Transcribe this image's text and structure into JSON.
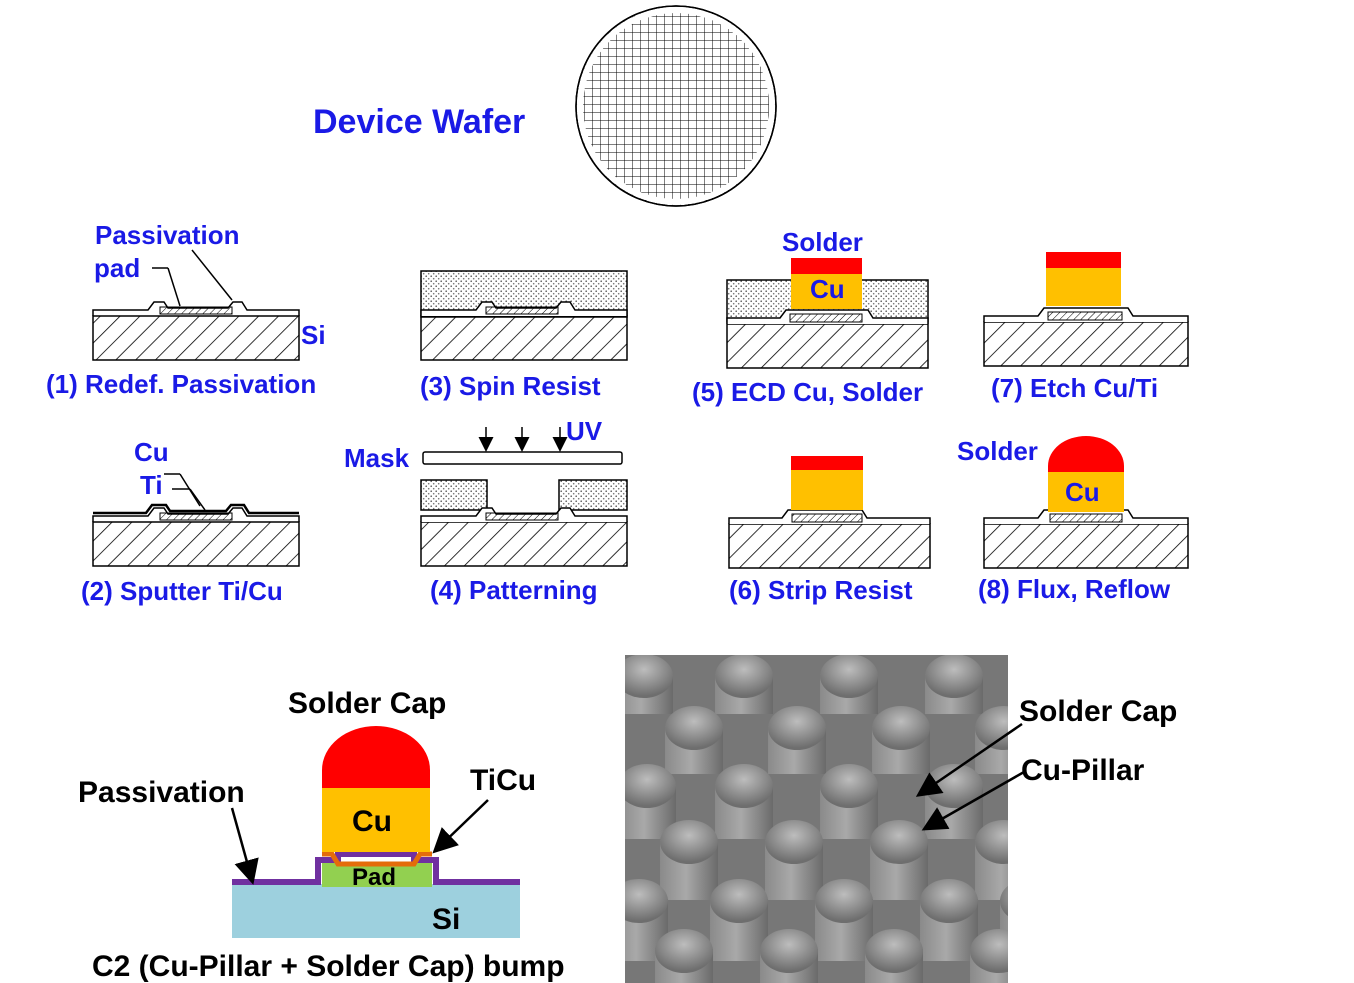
{
  "wafer": {
    "title": "Device Wafer"
  },
  "steps": {
    "s1": {
      "caption": "(1) Redef.  Passivation",
      "label_passivation": "Passivation",
      "label_pad": "pad",
      "label_si": "Si"
    },
    "s2": {
      "caption": "(2) Sputter Ti/Cu",
      "label_cu": "Cu",
      "label_ti": "Ti"
    },
    "s3": {
      "caption": "(3) Spin Resist"
    },
    "s4": {
      "caption": "(4) Patterning",
      "label_mask": "Mask",
      "label_uv": "UV"
    },
    "s5": {
      "caption": "(5) ECD Cu, Solder",
      "label_solder": "Solder",
      "label_cu": "Cu"
    },
    "s6": {
      "caption": "(6) Strip Resist"
    },
    "s7": {
      "caption": "(7) Etch Cu/Ti"
    },
    "s8": {
      "caption": "(8) Flux, Reflow",
      "label_solder": "Solder",
      "label_cu": "Cu"
    }
  },
  "bump": {
    "label_solder_cap": "Solder Cap",
    "label_passivation": "Passivation",
    "label_ticu": "TiCu",
    "label_cu": "Cu",
    "label_pad": "Pad",
    "label_si": "Si",
    "caption": "C2 (Cu-Pillar + Solder Cap) bump"
  },
  "sem": {
    "label_solder_cap": "Solder Cap",
    "label_cu_pillar": "Cu-Pillar"
  },
  "colors": {
    "text_blue": "#1a1ae6",
    "solder": "#ff0000",
    "copper": "#ffc000",
    "si": "#9dd0de",
    "pad": "#92d050",
    "passivation": "#7030a0",
    "ticu": "#e46c0a"
  }
}
